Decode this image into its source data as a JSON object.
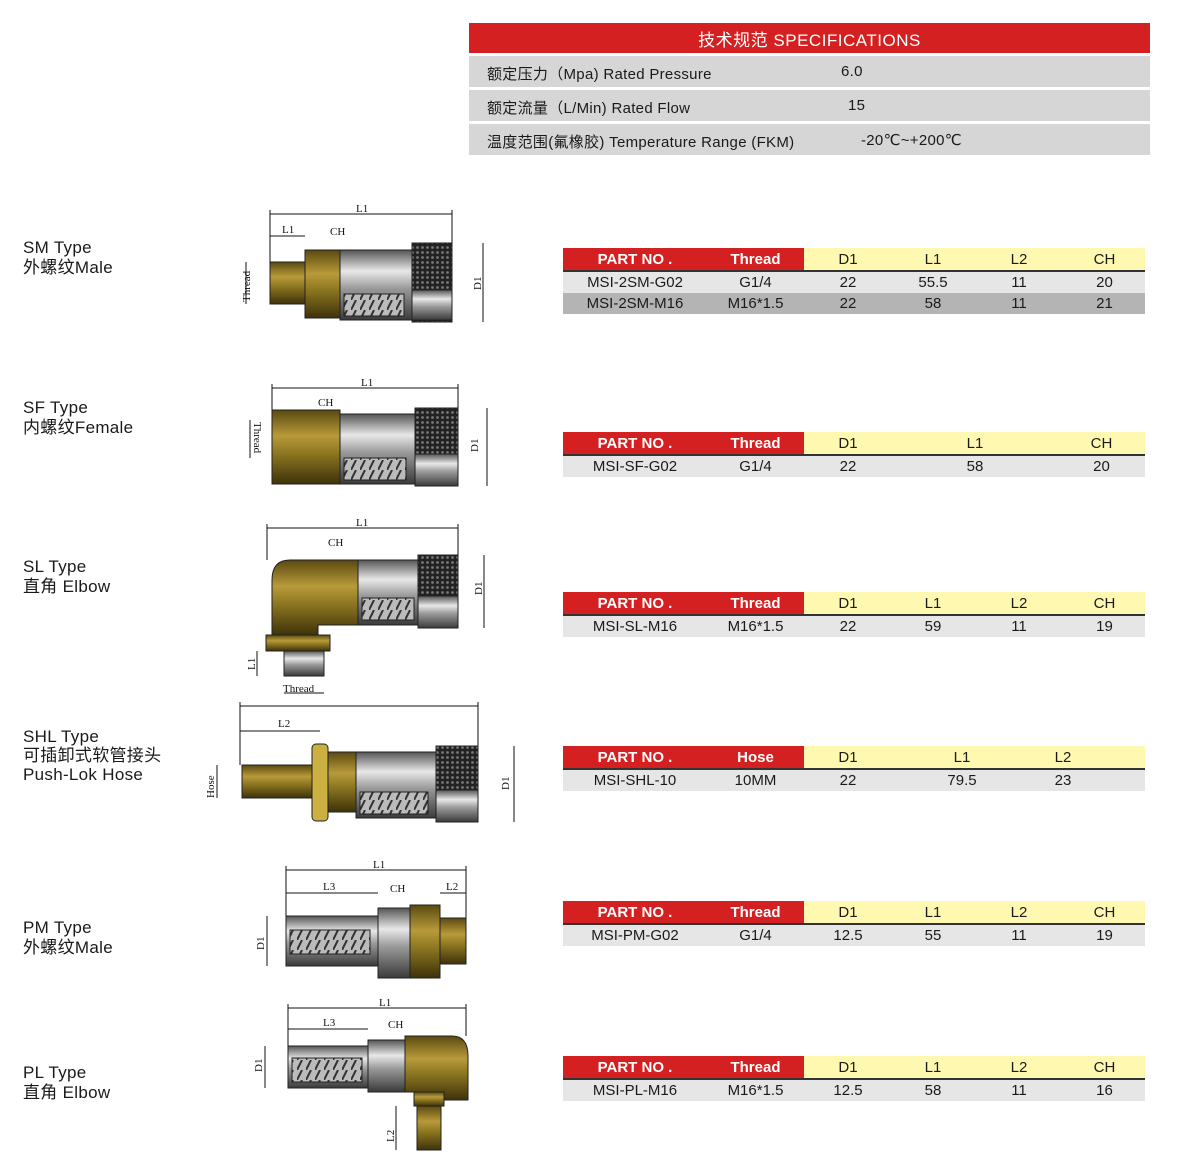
{
  "specs": {
    "title": "技术规范  SPECIFICATIONS",
    "rows": [
      {
        "label": "额定压力（Mpa) Rated Pressure",
        "value": "6.0"
      },
      {
        "label": "额定流量（L/Min) Rated   Flow",
        "value": "15"
      },
      {
        "label": "温度范围(氟橡胶)  Temperature Range (FKM)",
        "value": "-20℃~+200℃"
      }
    ]
  },
  "types": [
    {
      "name": "SM Type",
      "desc": "外螺纹Male"
    },
    {
      "name": "SF Type",
      "desc": "内螺纹Female"
    },
    {
      "name": "SL Type",
      "desc": "直角 Elbow"
    },
    {
      "name": "SHL Type",
      "desc": "可插卸式软管接头",
      "desc2": "Push-Lok Hose"
    },
    {
      "name": "PM Type",
      "desc": "外螺纹Male"
    },
    {
      "name": "PL Type",
      "desc": "直角 Elbow"
    }
  ],
  "tables": [
    {
      "headers": [
        "PART NO .",
        "Thread",
        "D1",
        "L1",
        "L2",
        "CH"
      ],
      "rows": [
        [
          "MSI-2SM-G02",
          "G1/4",
          "22",
          "55.5",
          "11",
          "20"
        ],
        [
          "MSI-2SM-M16",
          "M16*1.5",
          "22",
          "58",
          "11",
          "21"
        ]
      ]
    },
    {
      "headers": [
        "PART NO .",
        "Thread",
        "D1",
        "L1",
        "CH"
      ],
      "rows": [
        [
          "MSI-SF-G02",
          "G1/4",
          "22",
          "58",
          "20"
        ]
      ]
    },
    {
      "headers": [
        "PART NO .",
        "Thread",
        "D1",
        "L1",
        "L2",
        "CH"
      ],
      "rows": [
        [
          "MSI-SL-M16",
          "M16*1.5",
          "22",
          "59",
          "11",
          "19"
        ]
      ]
    },
    {
      "headers": [
        "PART NO .",
        "Hose",
        "D1",
        "L1",
        "L2"
      ],
      "rows": [
        [
          "MSI-SHL-10",
          "10MM",
          "22",
          "79.5",
          "23"
        ]
      ]
    },
    {
      "headers": [
        "PART NO .",
        "Thread",
        "D1",
        "L1",
        "L2",
        "CH"
      ],
      "rows": [
        [
          "MSI-PM-G02",
          "G1/4",
          "12.5",
          "55",
          "11",
          "19"
        ]
      ]
    },
    {
      "headers": [
        "PART NO .",
        "Thread",
        "D1",
        "L1",
        "L2",
        "CH"
      ],
      "rows": [
        [
          "MSI-PL-M16",
          "M16*1.5",
          "12.5",
          "58",
          "11",
          "16"
        ]
      ]
    }
  ],
  "dims": {
    "l1": "L1",
    "l2": "L2",
    "l3": "L3",
    "ch": "CH",
    "d1": "D1",
    "thread": "Thread",
    "hose": "Hose"
  }
}
